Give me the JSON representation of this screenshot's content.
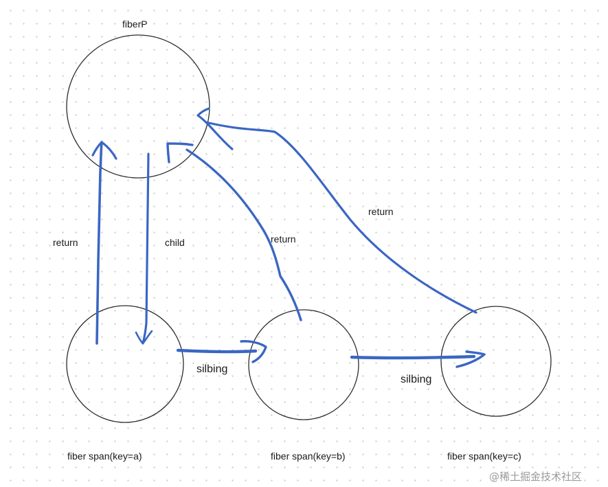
{
  "nodes": {
    "parent": {
      "label": "fiberP"
    },
    "child_a": {
      "label": "fiber span(key=a)"
    },
    "child_b": {
      "label": "fiber span(key=b)"
    },
    "child_c": {
      "label": "fiber span(key=c)"
    }
  },
  "edges": {
    "a_return": "return",
    "p_child": "child",
    "b_return": "return",
    "c_return": "return",
    "a_sibling": "silbing",
    "b_sibling": "silbing"
  },
  "watermark": "@稀土掘金技术社区",
  "colors": {
    "ink": "#3a66c4",
    "outline": "#2b2b2b"
  }
}
